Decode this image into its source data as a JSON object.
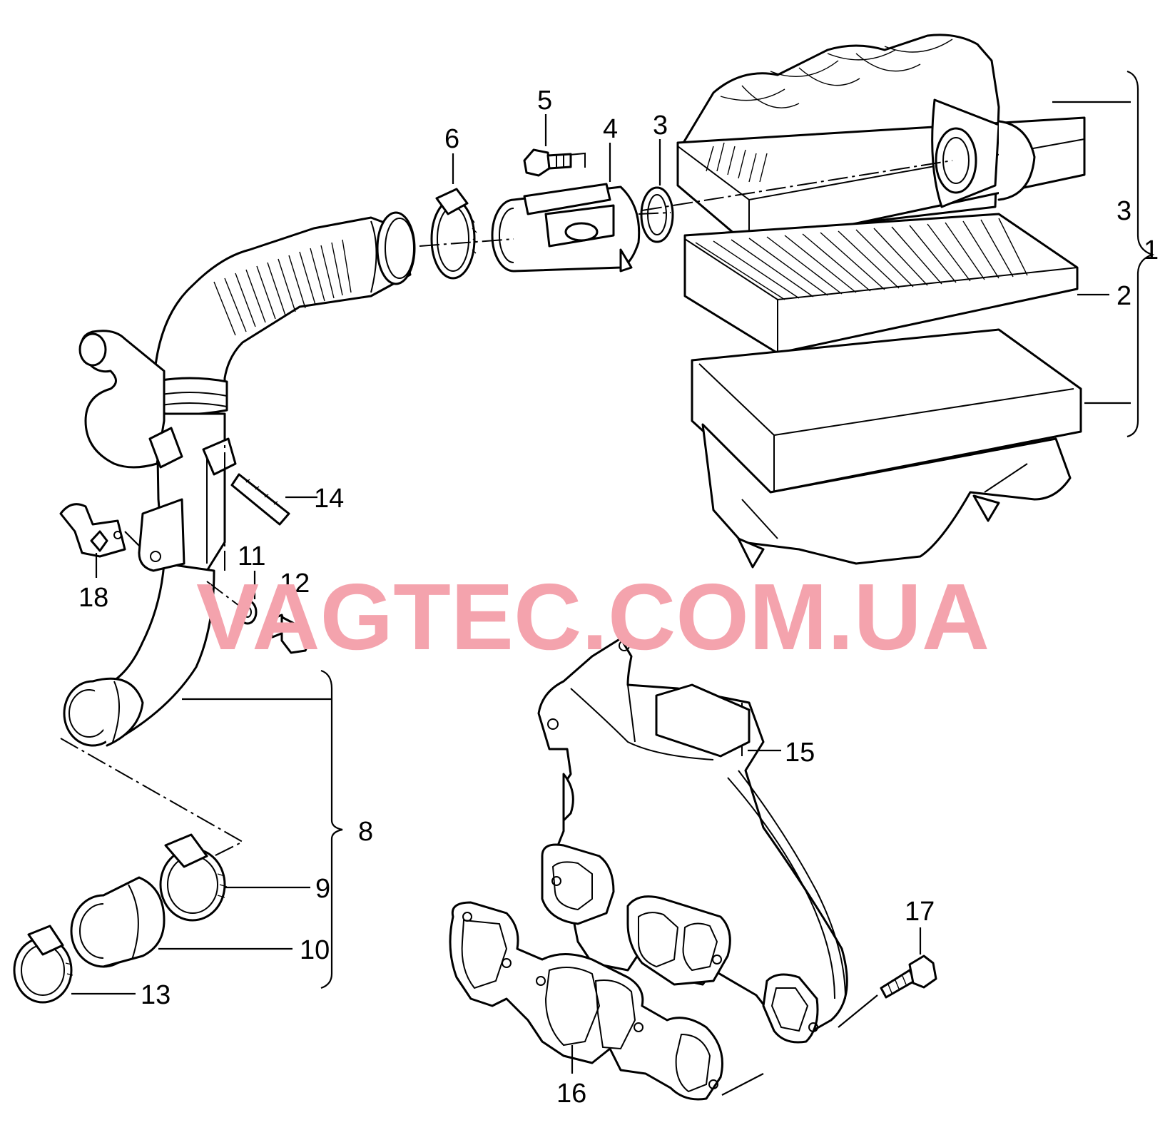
{
  "diagram": {
    "watermark": "VAGTEC.COM.UA",
    "callouts": [
      {
        "id": "c1",
        "text": "1"
      },
      {
        "id": "c2",
        "text": "2"
      },
      {
        "id": "c3a",
        "text": "3"
      },
      {
        "id": "c3b",
        "text": "3"
      },
      {
        "id": "c4",
        "text": "4"
      },
      {
        "id": "c5",
        "text": "5"
      },
      {
        "id": "c6",
        "text": "6"
      },
      {
        "id": "c8",
        "text": "8"
      },
      {
        "id": "c9",
        "text": "9"
      },
      {
        "id": "c10",
        "text": "10"
      },
      {
        "id": "c11",
        "text": "11"
      },
      {
        "id": "c12",
        "text": "12"
      },
      {
        "id": "c13",
        "text": "13"
      },
      {
        "id": "c14",
        "text": "14"
      },
      {
        "id": "c15",
        "text": "15"
      },
      {
        "id": "c16",
        "text": "16"
      },
      {
        "id": "c17",
        "text": "17"
      },
      {
        "id": "c18",
        "text": "18"
      }
    ]
  }
}
